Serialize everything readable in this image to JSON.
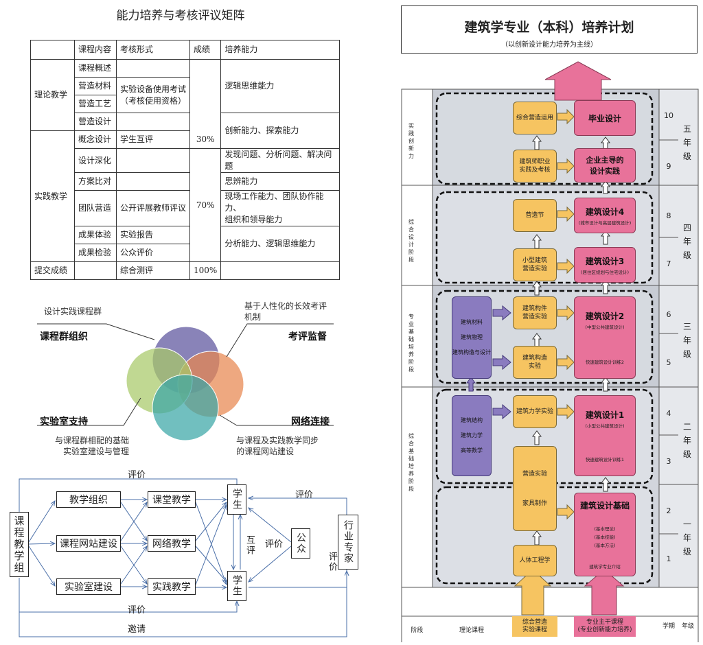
{
  "matrix": {
    "title": "能力培养与考核评议矩阵",
    "headers": [
      "课程内容",
      "考核形式",
      "成绩",
      "培养能力"
    ],
    "groups": {
      "theory": "理论教学",
      "practice": "实践教学",
      "submit": "提交成绩"
    },
    "courses": [
      "课程概述",
      "营造材料",
      "营造工艺",
      "营造设计",
      "概念设计",
      "设计深化",
      "方案比对",
      "团队营造",
      "成果体验",
      "成果检验"
    ],
    "assess": {
      "equip_1": "实验设备使用考试",
      "equip_2": "（考核使用资格）",
      "peer": "学生互评",
      "public_review": "公开评展教师评议",
      "report": "实验报告",
      "public_eval": "公众评价",
      "total": "综合测评"
    },
    "scores": [
      "30%",
      "70%",
      "100%"
    ],
    "abilities": {
      "logic": "逻辑思维能力",
      "innovation": "创新能力、探索能力",
      "problem": "发现问题、分析问题、解决问题",
      "critical": "思辨能力",
      "team_1": "现场工作能力、团队协作能力、",
      "team_2": "组织和领导能力",
      "analysis": "分析能力、逻辑思维能力"
    }
  },
  "venn": {
    "top_left_note": "设计实践课程群",
    "top_right_note_1": "基于人性化的长效考评",
    "top_right_note_2": "机制",
    "label_tl": "课程群组织",
    "label_tr": "考评监督",
    "label_bl": "实验室支持",
    "label_br": "网络连接",
    "bottom_left_note_1": "与课程群相配的基础",
    "bottom_left_note_2": "实验室建设与管理",
    "bottom_right_note_1": "与课程及实践教学同步",
    "bottom_right_note_2": "的课程网站建设",
    "colors": [
      "#6f68a8",
      "#e8864f",
      "#a8c968",
      "#3aa6a6"
    ]
  },
  "flow": {
    "group": "课程教学组",
    "org": "教学组织",
    "website": "课程网站建设",
    "lab": "实验室建设",
    "class": "课堂教学",
    "network": "网络教学",
    "practice": "实践教学",
    "student": "学生",
    "mutual": "互评",
    "public": "公众",
    "expert": "行业专家",
    "eval": "评价",
    "invite": "邀请"
  },
  "plan": {
    "title": "建筑学专业（本科）培养计划",
    "subtitle": "（以创新设计能力培养为主线）",
    "stages": [
      "实践创新力",
      "综合设计阶段",
      "专业基础培养阶段",
      "综合基础培养阶段"
    ],
    "grades": [
      "五年级",
      "四年级",
      "三年级",
      "二年级",
      "一年级"
    ],
    "semesters": [
      "10",
      "9",
      "8",
      "7",
      "6",
      "5",
      "4",
      "3",
      "2",
      "1"
    ],
    "theory": {
      "mat": "建筑材料",
      "phy": "建筑物理",
      "cons": "建筑构造与设计",
      "struct": "建筑结构",
      "mech": "建筑力学",
      "math": "高等数学"
    },
    "yellow": {
      "y10": "综合营造运用",
      "y9_1": "建筑师职业",
      "y9_2": "实践及考核",
      "y8": "营造节",
      "y7_1": "小型建筑",
      "y7_2": "营造实验",
      "y6_1": "建筑构件",
      "y6_2": "营造实验",
      "y5_1": "建筑构造",
      "y5_2": "实验",
      "y4": "建筑力学实验",
      "y3": "营造实验",
      "y2": "家具制作",
      "y1": "人体工程学"
    },
    "red": {
      "r10": "毕业设计",
      "r9_1": "企业主导的",
      "r9_2": "设计实践",
      "r8": "建筑设计4",
      "r8s": "(城市设计与高层建筑设计)",
      "r7": "建筑设计3",
      "r7s": "(居住区规划与住宅设计)",
      "r6": "建筑设计2",
      "r6s": "(中型公共建筑设计)",
      "r5s": "快速建筑设计训练2",
      "r4": "建筑设计1",
      "r4s": "(小型公共建筑设计)",
      "r3s": "快速建筑设计训练1",
      "r1": "建筑设计基础",
      "r1a": "(基本理论)",
      "r1b": "(基本技能)",
      "r1c": "(基本方法)",
      "r1d": "建筑学专业介绍"
    },
    "footer": {
      "stage": "阶段",
      "theory": "理论课程",
      "craft_1": "综合营造",
      "craft_2": "实验课程",
      "main_1": "专业主干课程",
      "main_2": "(专业创新能力培养)",
      "semester": "学期",
      "grade": "年级"
    },
    "colors": {
      "yellow": "#f6c461",
      "red": "#e8729a",
      "purple": "#8a7bbf",
      "grey": "#c8ccd4"
    }
  }
}
